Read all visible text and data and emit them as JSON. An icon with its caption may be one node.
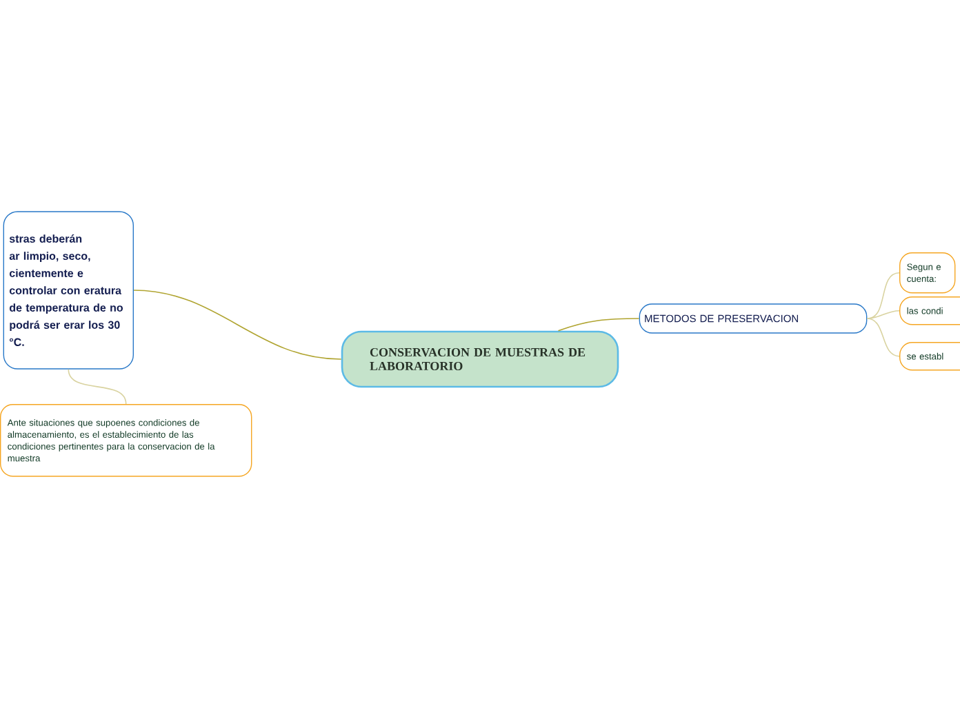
{
  "diagram": {
    "nodes": [
      {
        "text": [
          "CONSERVACION DE MUESTRAS DE LABORATORIO"
        ]
      },
      {
        "text": [
          "stras deberán ar limpio, seco, cientemente e controlar con eratura de temperatura de no podrá ser erar los 30 °C."
        ]
      },
      {
        "text": [
          "Ante situaciones que supoenes condiciones de almacenamiento, es el establecimiento de las condiciones pertinentes para la conservacion de la muestra"
        ]
      },
      {
        "text": [
          "METODOS DE PRESERVACION"
        ]
      },
      {
        "text": [
          "Segun e cuenta:"
        ]
      },
      {
        "text": [
          "las condi"
        ]
      },
      {
        "text": [
          "se establ"
        ]
      }
    ],
    "edges": [
      {
        "from": 0,
        "to": 1,
        "arrow": "none",
        "color": "#b0a430"
      },
      {
        "from": 1,
        "to": 2,
        "arrow": "none",
        "color": "#d9d3a0"
      },
      {
        "from": 0,
        "to": 3,
        "arrow": "none",
        "color": "#b0a430"
      },
      {
        "from": 3,
        "to": 4,
        "arrow": "none",
        "color": "#d9d3a0"
      },
      {
        "from": 3,
        "to": 5,
        "arrow": "none",
        "color": "#d9d3a0"
      },
      {
        "from": 3,
        "to": 6,
        "arrow": "none",
        "color": "#d9d3a0"
      }
    ]
  }
}
